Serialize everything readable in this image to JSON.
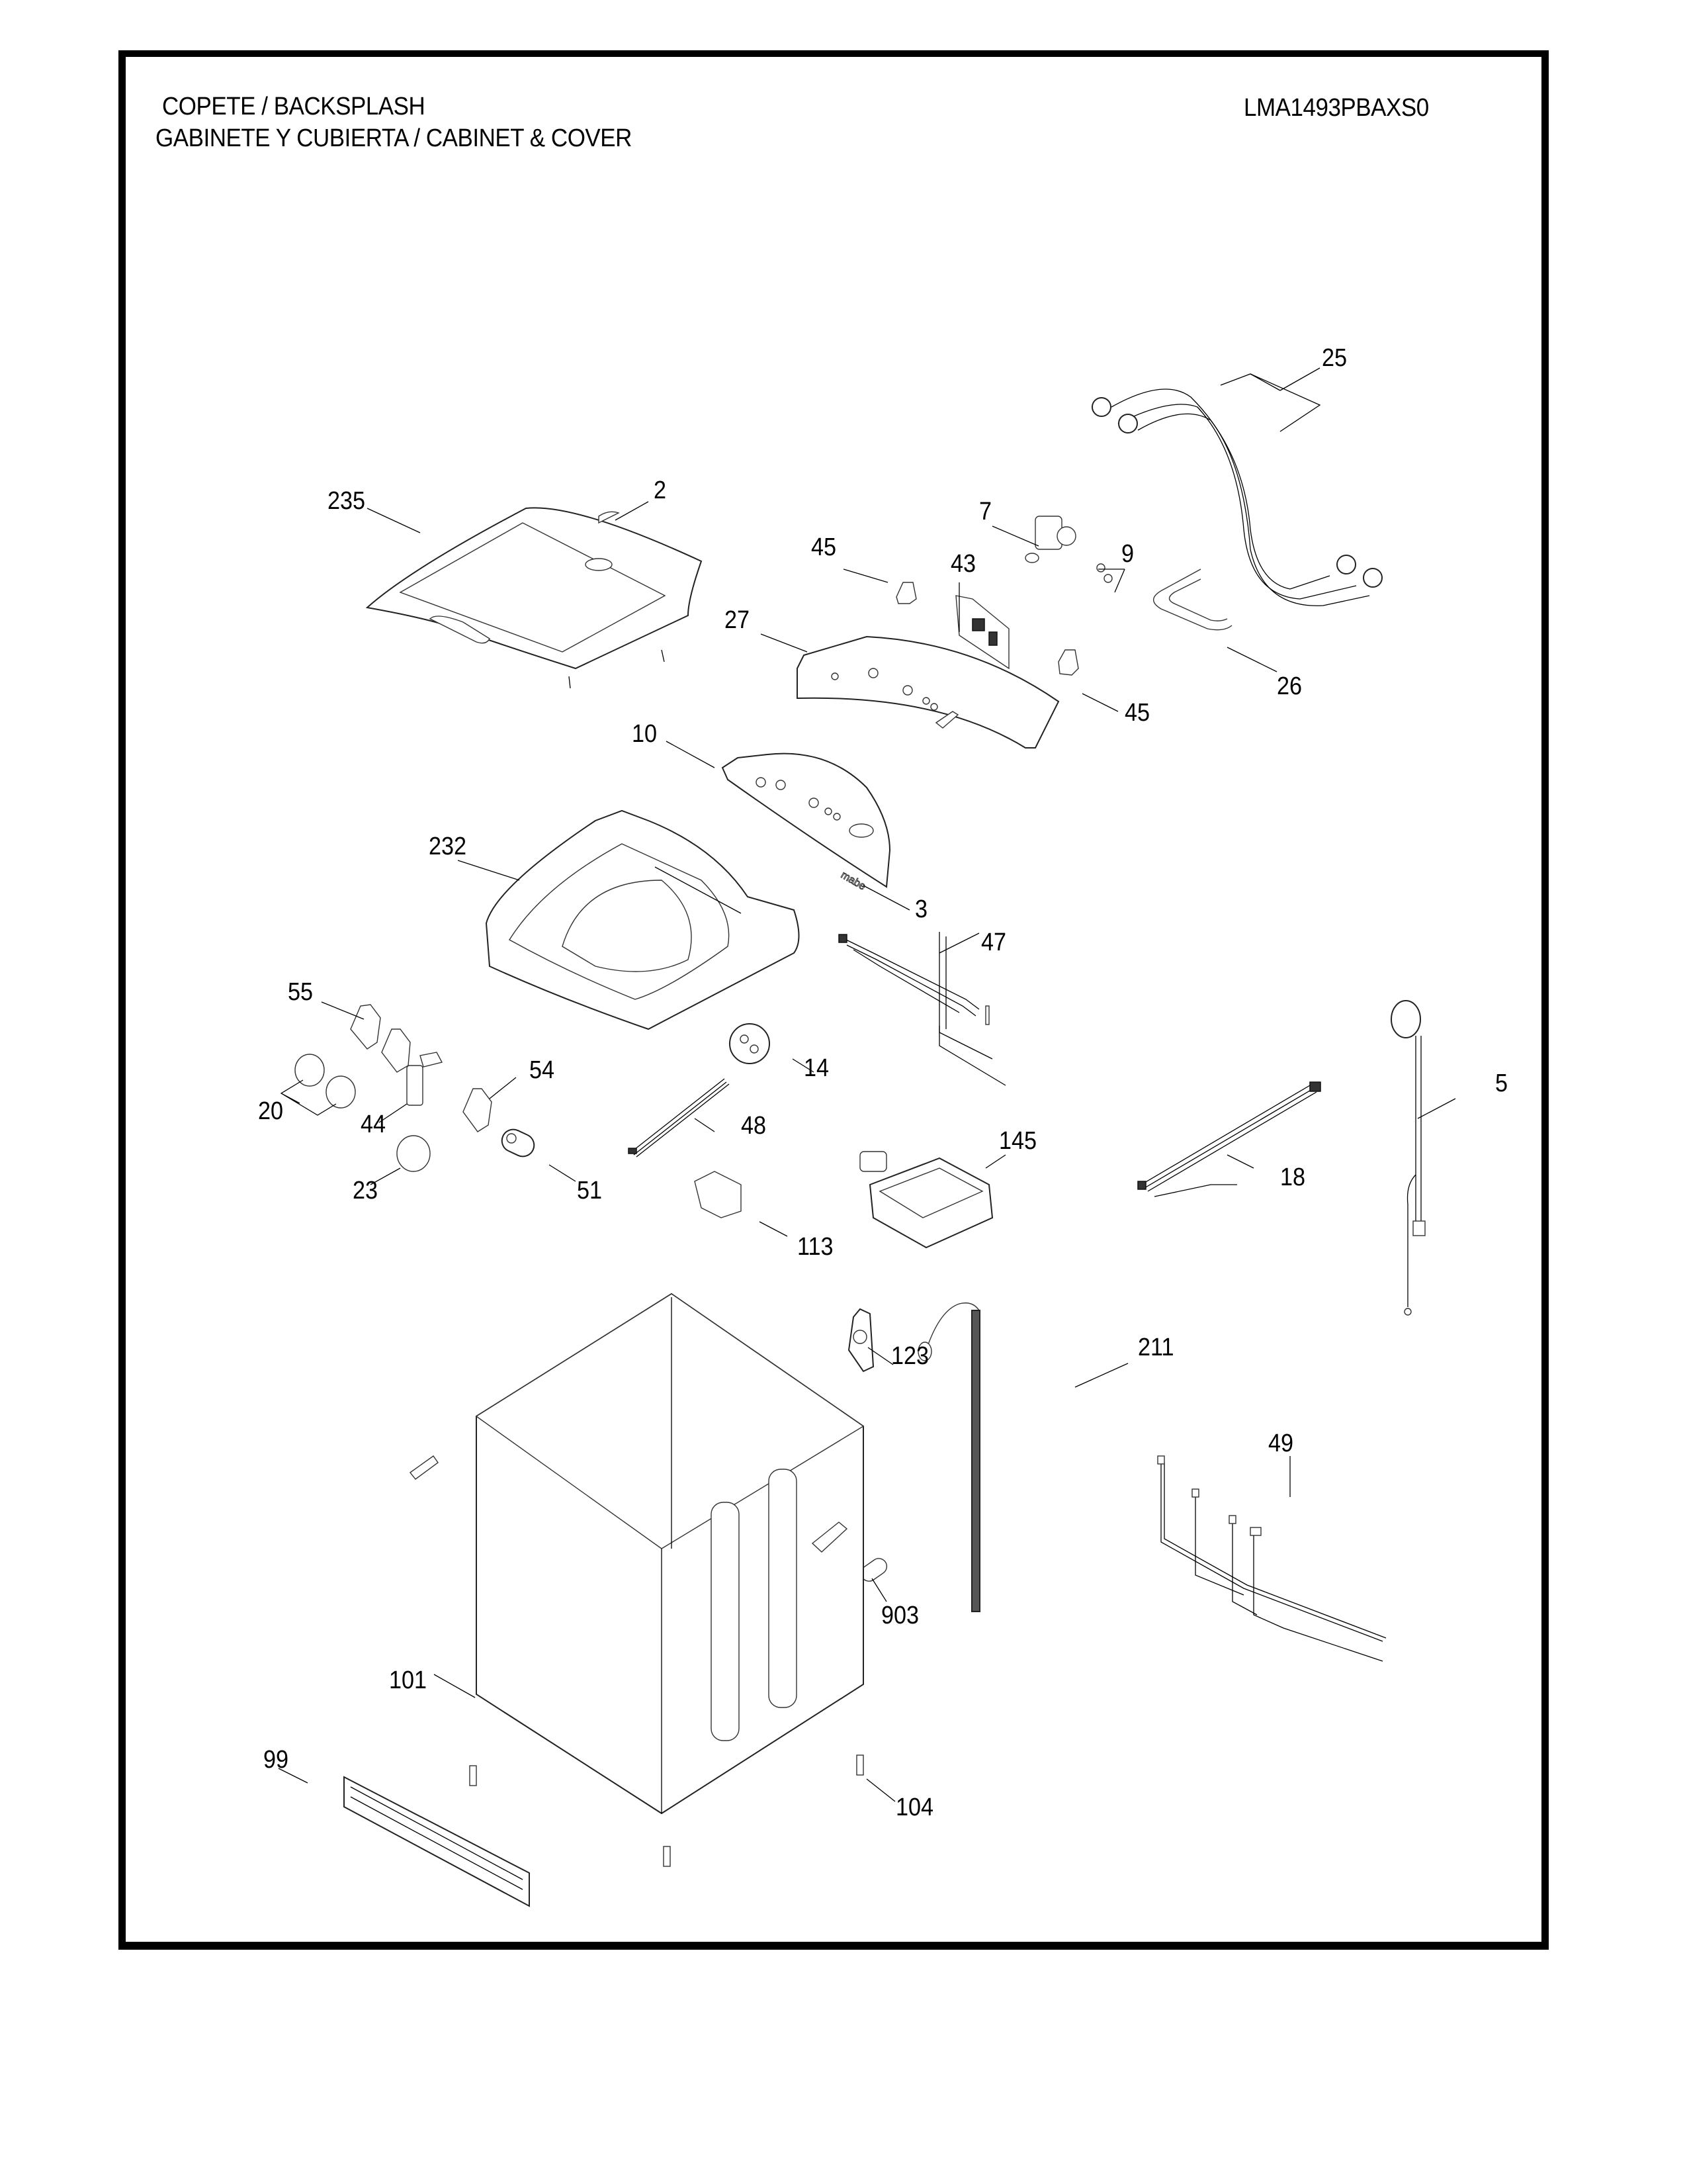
{
  "header": {
    "title_line1": "COPETE / BACKSPLASH",
    "title_line2": "GABINETE Y CUBIERTA / CABINET & COVER",
    "model_number": "LMA1493PBAXS0"
  },
  "diagram": {
    "type": "exploded-parts-diagram",
    "logo_text": "mabe",
    "callouts": [
      {
        "id": "c235",
        "label": "235",
        "part": "lid"
      },
      {
        "id": "c2",
        "label": "2",
        "part": "lid-badge"
      },
      {
        "id": "c45a",
        "label": "45",
        "part": "bracket-left"
      },
      {
        "id": "c7",
        "label": "7",
        "part": "water-valve"
      },
      {
        "id": "c9",
        "label": "9",
        "part": "hose-clamps"
      },
      {
        "id": "c43",
        "label": "43",
        "part": "control-board"
      },
      {
        "id": "c27",
        "label": "27",
        "part": "backsplash"
      },
      {
        "id": "c45b",
        "label": "45",
        "part": "bracket-right"
      },
      {
        "id": "c25",
        "label": "25",
        "part": "inlet-hoses"
      },
      {
        "id": "c26",
        "label": "26",
        "part": "fill-hose"
      },
      {
        "id": "c10",
        "label": "10",
        "part": "control-panel-overlay"
      },
      {
        "id": "c232",
        "label": "232",
        "part": "top-cover"
      },
      {
        "id": "c3",
        "label": "3",
        "part": "logo-nameplate"
      },
      {
        "id": "c47",
        "label": "47",
        "part": "wire-harness-upper"
      },
      {
        "id": "c55",
        "label": "55",
        "part": "selector-switches"
      },
      {
        "id": "c20",
        "label": "20",
        "part": "knobs"
      },
      {
        "id": "c44",
        "label": "44",
        "part": "push-button-switch"
      },
      {
        "id": "c54",
        "label": "54",
        "part": "selector-switch"
      },
      {
        "id": "c14",
        "label": "14",
        "part": "pressure-switch"
      },
      {
        "id": "c5",
        "label": "5",
        "part": "power-cord"
      },
      {
        "id": "c48",
        "label": "48",
        "part": "ribbon-harness"
      },
      {
        "id": "c23",
        "label": "23",
        "part": "timer-knob"
      },
      {
        "id": "c51",
        "label": "51",
        "part": "start-button"
      },
      {
        "id": "c145",
        "label": "145",
        "part": "motor-control"
      },
      {
        "id": "c18",
        "label": "18",
        "part": "wire-harness-main"
      },
      {
        "id": "c113",
        "label": "113",
        "part": "lid-switch"
      },
      {
        "id": "c123",
        "label": "123",
        "part": "drain-valve"
      },
      {
        "id": "c211",
        "label": "211",
        "part": "drain-hose"
      },
      {
        "id": "c49",
        "label": "49",
        "part": "wire-harness-lower"
      },
      {
        "id": "c903",
        "label": "903",
        "part": "hose-grommet"
      },
      {
        "id": "c101",
        "label": "101",
        "part": "cabinet"
      },
      {
        "id": "c99",
        "label": "99",
        "part": "front-trim"
      },
      {
        "id": "c104",
        "label": "104",
        "part": "leveling-legs"
      }
    ]
  }
}
